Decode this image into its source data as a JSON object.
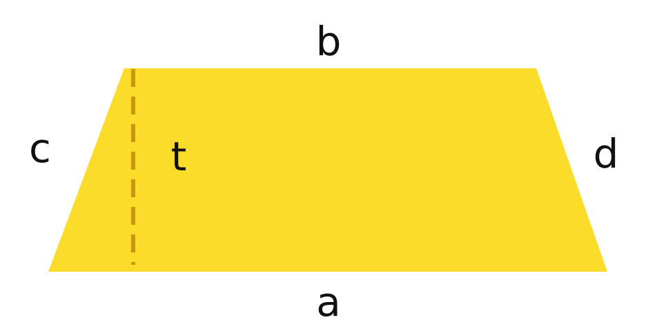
{
  "figure": {
    "shape": "trapezoid",
    "fill_color": "#FCDC2A",
    "height_line_color": "#C8960F",
    "label_color": "#111111"
  },
  "labels": {
    "top_side": "b",
    "bottom_side": "a",
    "left_side": "c",
    "right_side": "d",
    "height": "t"
  }
}
